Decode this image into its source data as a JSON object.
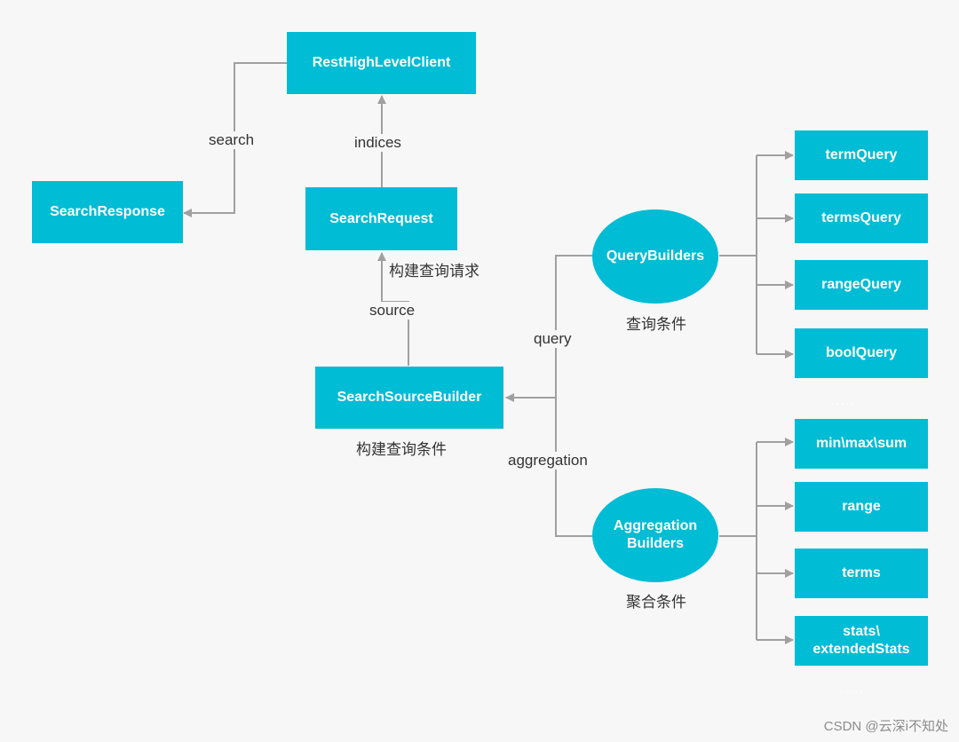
{
  "nodes": {
    "rest_client": "RestHighLevelClient",
    "search_response": "SearchResponse",
    "search_request": "SearchRequest",
    "search_source_builder": "SearchSourceBuilder",
    "query_builders": "QueryBuilders",
    "aggregation_builders": "Aggregation\nBuilders",
    "term_query": "termQuery",
    "terms_query": "termsQuery",
    "range_query": "rangeQuery",
    "bool_query": "boolQuery",
    "min_max_sum": "min\\max\\sum",
    "range": "range",
    "terms": "terms",
    "stats": "stats\\\nextendedStats"
  },
  "edge_labels": {
    "search": "search",
    "indices": "indices",
    "build_request": "构建查询请求",
    "source": "source",
    "query": "query",
    "aggregation": "aggregation"
  },
  "captions": {
    "query_conditions": "查询条件",
    "build_conditions": "构建查询条件",
    "aggregation_conditions": "聚合条件"
  },
  "watermark": "CSDN @云深i不知处",
  "colors": {
    "node_fill": "#00bcd4",
    "node_text": "#ffffff",
    "edge": "#a0a0a0",
    "label_text": "#333333"
  }
}
